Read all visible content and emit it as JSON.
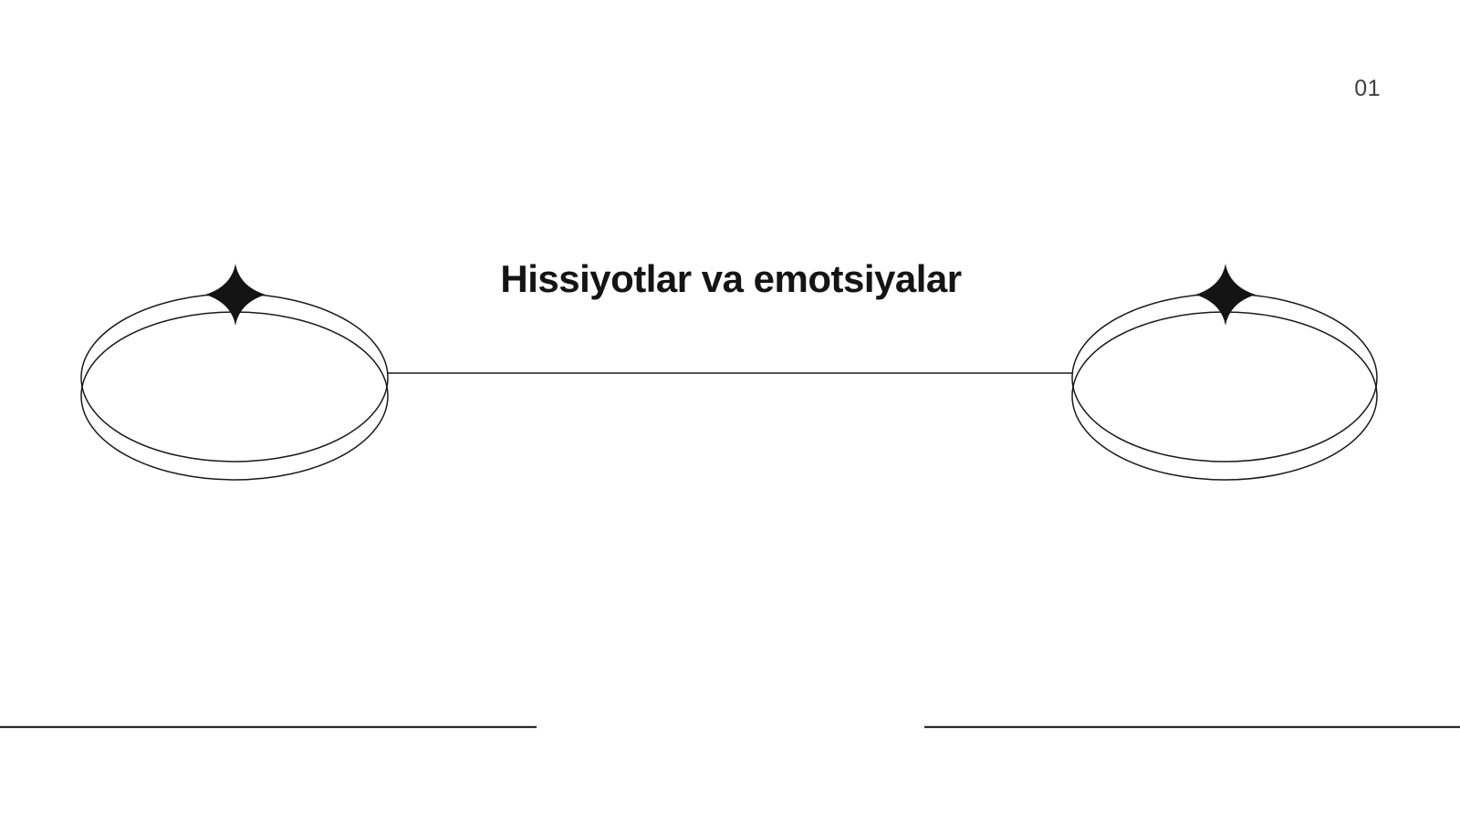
{
  "page": {
    "number": "01",
    "title": "Hissiyotlar va emotsiyalar"
  },
  "colors": {
    "bg": "#ffffff",
    "ink": "#141414",
    "stroke": "#1a1a1a",
    "rule": "#2b2b2b",
    "muted": "#3f3f3f"
  },
  "decorations": {
    "left_ornament": "double-ellipse-ring-with-sparkle",
    "right_ornament": "double-ellipse-ring-with-sparkle",
    "connector": "horizontal-line-between-rings",
    "footer_rules": [
      "bottom-left-rule",
      "bottom-right-rule"
    ],
    "sparkle_icon": "four-point-star"
  }
}
